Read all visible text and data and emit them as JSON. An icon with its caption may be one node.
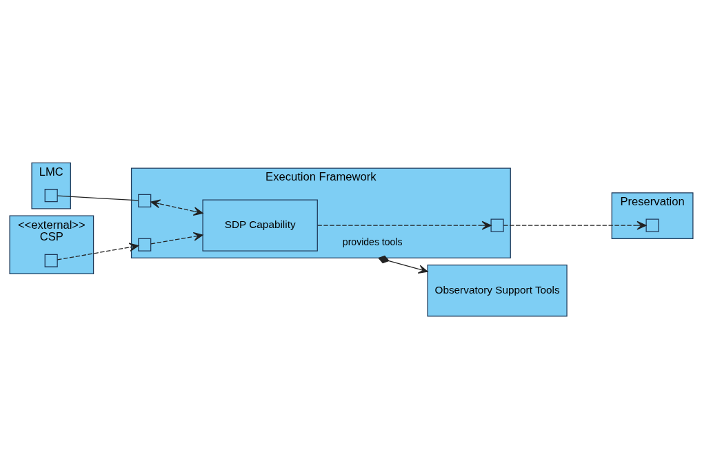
{
  "diagram": {
    "nodes": [
      {
        "text": [
          "LMC"
        ]
      },
      {
        "text": [],
        "shape": "box",
        "in": 0
      },
      {
        "text": [
          "Execution Framework"
        ]
      },
      {
        "text": [],
        "shape": "box",
        "in": 2
      },
      {
        "text": [
          "SDP Capability"
        ],
        "in": 2
      },
      {
        "text": [],
        "shape": "box",
        "in": 2
      },
      {
        "text": [],
        "shape": "box",
        "in": 2
      },
      {
        "text": [
          "<<external>>",
          "CSP"
        ]
      },
      {
        "text": [],
        "shape": "box",
        "in": 7
      },
      {
        "text": [
          "Preservation"
        ]
      },
      {
        "text": [],
        "shape": "box",
        "in": 9
      },
      {
        "text": [
          "Observatory Support Tools"
        ]
      }
    ],
    "edges": [
      {
        "from": 1,
        "to": 3,
        "arrow": "none"
      },
      {
        "from": 3,
        "to": 4,
        "arrow": "both",
        "style": "dashed"
      },
      {
        "from": 8,
        "to": 5,
        "arrow": "to",
        "style": "dashed"
      },
      {
        "from": 5,
        "to": 4,
        "arrow": "to",
        "style": "dashed"
      },
      {
        "from": 4,
        "to": 6,
        "arrow": "to",
        "style": "dashed"
      },
      {
        "from": 6,
        "to": 10,
        "arrow": "to",
        "style": "dashed"
      },
      {
        "from": 2,
        "to": 11,
        "arrow": "to",
        "label": "provides tools"
      }
    ]
  }
}
